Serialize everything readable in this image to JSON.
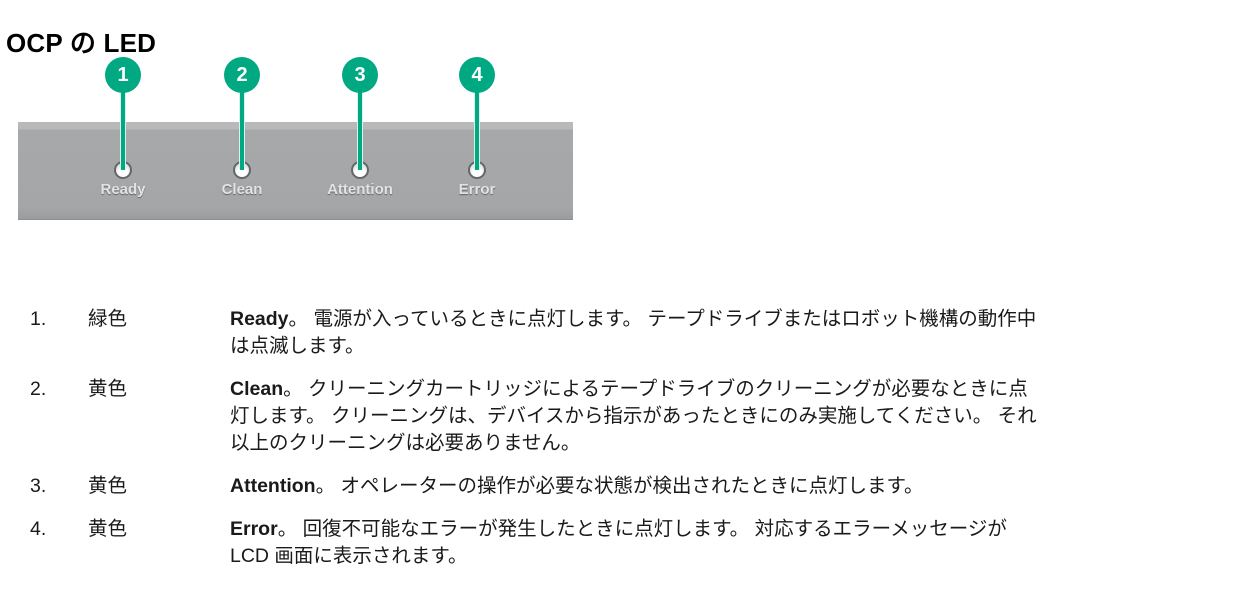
{
  "page_title": "OCP の LED",
  "colors": {
    "accent_green": "#01a982",
    "panel_gray": "#a6a8aa"
  },
  "figure": {
    "callouts": [
      {
        "number": "1",
        "led_label": "Ready"
      },
      {
        "number": "2",
        "led_label": "Clean"
      },
      {
        "number": "3",
        "led_label": "Attention"
      },
      {
        "number": "4",
        "led_label": "Error"
      }
    ]
  },
  "legend": {
    "items": [
      {
        "number": "1.",
        "color_label": "緑色",
        "led_name": "Ready",
        "description": "。 電源が入っているときに点灯します。 テープドライブまたはロボット機構の動作中は点滅します。"
      },
      {
        "number": "2.",
        "color_label": "黄色",
        "led_name": "Clean",
        "description": "。 クリーニングカートリッジによるテープドライブのクリーニングが必要なときに点灯します。 クリーニングは、デバイスから指示があったときにのみ実施してください。 それ以上のクリーニングは必要ありません。"
      },
      {
        "number": "3.",
        "color_label": "黄色",
        "led_name": "Attention",
        "description": "。 オペレーターの操作が必要な状態が検出されたときに点灯します。"
      },
      {
        "number": "4.",
        "color_label": "黄色",
        "led_name": "Error",
        "description": "。 回復不可能なエラーが発生したときに点灯します。 対応するエラーメッセージが LCD 画面に表示されます。"
      }
    ]
  }
}
